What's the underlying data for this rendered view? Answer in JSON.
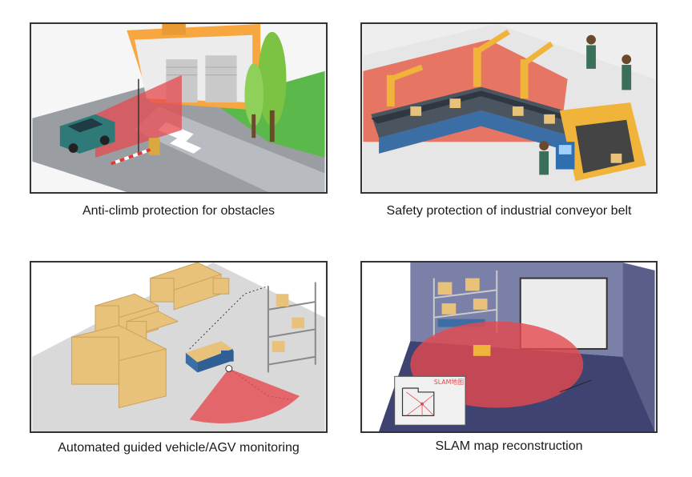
{
  "panels": [
    {
      "caption": "Anti-climb protection for obstacles"
    },
    {
      "caption": "Safety protection of industrial conveyor belt"
    },
    {
      "caption": "Automated guided vehicle/AGV monitoring"
    },
    {
      "caption": "SLAM map reconstruction",
      "inset_label": "SLAM地图"
    }
  ],
  "colors": {
    "radar_red": "#e5484d",
    "box_tan": "#e8c27a",
    "floor_grey": "#d6d6d6",
    "wall_slate": "#5a5f8a"
  }
}
